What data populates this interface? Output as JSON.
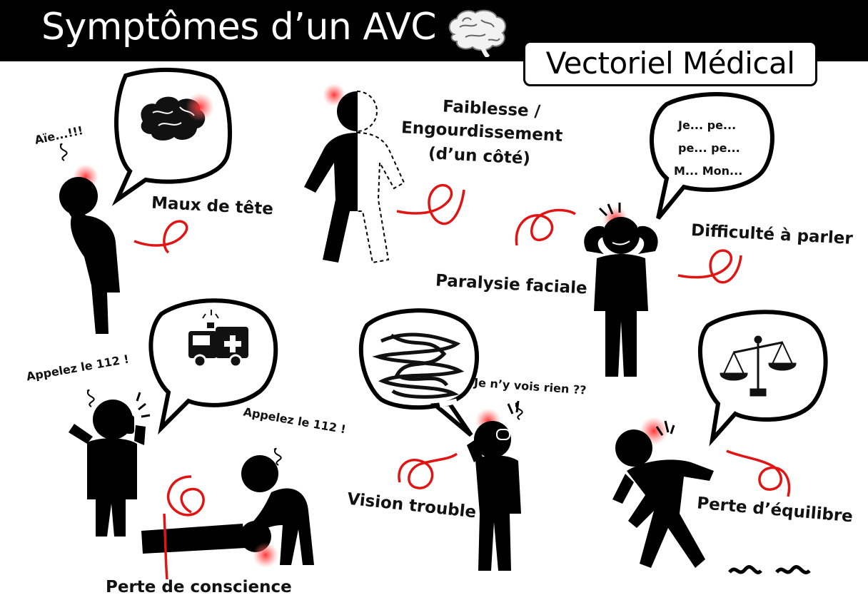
{
  "header": {
    "title": "Symptômes d’un AVC",
    "badge": "Vectoriel Médical"
  },
  "symptoms": {
    "headache": {
      "label": "Maux de tête",
      "exclaim": "Aïe...!!!"
    },
    "weakness": {
      "line1": "Faiblesse /",
      "line2": "Engourdissement",
      "line3": "(d’un côté)"
    },
    "speech": {
      "label": "Difficulté à parler",
      "bubble1": "Je... pe...",
      "bubble2": "pe... pe...",
      "bubble3": "M... Mon..."
    },
    "facial": {
      "label": "Paralysie faciale"
    },
    "unconscious": {
      "label": "Perte de conscience",
      "call1": "Appelez le 112 !",
      "call2": "Appelez le 112 !"
    },
    "vision": {
      "label": "Vision trouble",
      "speech": "Je n’y vois rien ??"
    },
    "balance": {
      "label": "Perte d’équilibre"
    }
  },
  "colors": {
    "ink": "#111111",
    "accent": "#e11414"
  }
}
